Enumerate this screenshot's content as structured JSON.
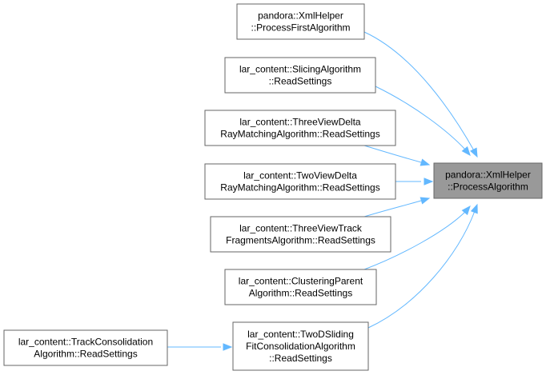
{
  "graph": {
    "target": {
      "id": "target",
      "lines": [
        "pandora::XmlHelper",
        "::ProcessAlgorithm"
      ]
    },
    "nodes": [
      {
        "id": "n1",
        "lines": [
          "pandora::XmlHelper",
          "::ProcessFirstAlgorithm"
        ]
      },
      {
        "id": "n2",
        "lines": [
          "lar_content::SlicingAlgorithm",
          "::ReadSettings"
        ]
      },
      {
        "id": "n3",
        "lines": [
          "lar_content::ThreeViewDelta",
          "RayMatchingAlgorithm::ReadSettings"
        ]
      },
      {
        "id": "n4",
        "lines": [
          "lar_content::TwoViewDelta",
          "RayMatchingAlgorithm::ReadSettings"
        ]
      },
      {
        "id": "n5",
        "lines": [
          "lar_content::ThreeViewTrack",
          "FragmentsAlgorithm::ReadSettings"
        ]
      },
      {
        "id": "n6",
        "lines": [
          "lar_content::ClusteringParent",
          "Algorithm::ReadSettings"
        ]
      },
      {
        "id": "n7",
        "lines": [
          "lar_content::TwoDSliding",
          "FitConsolidationAlgorithm",
          "::ReadSettings"
        ]
      },
      {
        "id": "n8",
        "lines": [
          "lar_content::TrackConsolidation",
          "Algorithm::ReadSettings"
        ]
      }
    ],
    "edges": [
      {
        "from": "n1",
        "to": "target"
      },
      {
        "from": "n2",
        "to": "target"
      },
      {
        "from": "n3",
        "to": "target"
      },
      {
        "from": "n4",
        "to": "target"
      },
      {
        "from": "n5",
        "to": "target"
      },
      {
        "from": "n6",
        "to": "target"
      },
      {
        "from": "n7",
        "to": "target"
      },
      {
        "from": "n8",
        "to": "n7"
      }
    ],
    "colors": {
      "edge": "#63b8ff",
      "target_fill": "#999999",
      "node_border": "#666666"
    }
  }
}
